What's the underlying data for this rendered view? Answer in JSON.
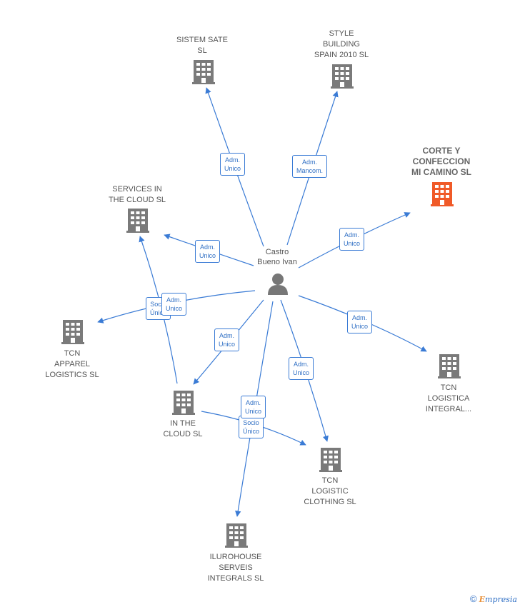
{
  "center": {
    "label": "Castro\nBueno Ivan",
    "icon": "person-icon"
  },
  "nodes": [
    {
      "id": "sistem",
      "label": "SISTEM SATE\nSL"
    },
    {
      "id": "style",
      "label": "STYLE\nBUILDING\nSPAIN 2010 SL"
    },
    {
      "id": "corte",
      "label": "CORTE Y\nCONFECCION\nMI CAMINO  SL",
      "highlight": true
    },
    {
      "id": "services",
      "label": "SERVICES IN\nTHE CLOUD SL"
    },
    {
      "id": "tcn_apparel",
      "label": "TCN\nAPPAREL\nLOGISTICS SL"
    },
    {
      "id": "tcn_logistica",
      "label": "TCN\nLOGISTICA\nINTEGRAL..."
    },
    {
      "id": "inthecloud",
      "label": "IN THE\nCLOUD SL"
    },
    {
      "id": "tcn_clothing",
      "label": "TCN\nLOGISTIC\nCLOTHING SL"
    },
    {
      "id": "ilurohouse",
      "label": "ILUROHOUSE\nSERVEIS\nINTEGRALS  SL"
    }
  ],
  "edge_labels": [
    {
      "id": "e_sistem",
      "label": "Adm.\nUnico"
    },
    {
      "id": "e_style",
      "label": "Adm.\nMancom."
    },
    {
      "id": "e_corte",
      "label": "Adm.\nUnico"
    },
    {
      "id": "e_services",
      "label": "Adm.\nUnico"
    },
    {
      "id": "e_socio_services",
      "label": "Socio\nÚnico"
    },
    {
      "id": "e_apparel",
      "label": "Adm.\nUnico"
    },
    {
      "id": "e_logistica",
      "label": "Adm.\nUnico"
    },
    {
      "id": "e_inthecloud",
      "label": "Adm.\nUnico"
    },
    {
      "id": "e_clothing",
      "label": "Adm.\nUnico"
    },
    {
      "id": "e_ilurohouse",
      "label": "Adm.\nUnico"
    },
    {
      "id": "e_socio_clothing",
      "label": "Socio\nÚnico"
    }
  ],
  "colors": {
    "edge": "#3a7bd5",
    "building": "#7a7a7a",
    "highlight_building": "#f05a28",
    "person": "#777777"
  },
  "footer": {
    "copyright": "©",
    "brand_first": "E",
    "brand_rest": "mpresia"
  }
}
